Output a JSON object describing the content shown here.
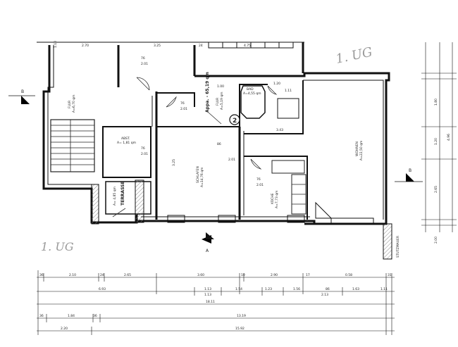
{
  "handwritten": {
    "top_right": "1. UG",
    "bottom_left": "1. UG"
  },
  "apartment": {
    "label": "Appa. - 65,19 qm",
    "number": "2"
  },
  "rooms": [
    {
      "name": "FLUR",
      "area": "A=6,70 qm"
    },
    {
      "name": "FLUR",
      "area": "A=5,19 qm"
    },
    {
      "name": "BAD",
      "area": "A=4,55 qm"
    },
    {
      "name": "ABST.",
      "area": "A= 1,81 qm"
    },
    {
      "name": "SCHLAFEN",
      "area": "A=14,76 qm"
    },
    {
      "name": "KÜCHE",
      "area": "A=7,73 qm"
    },
    {
      "name": "WOHNEN",
      "area": "A=22,50 qm"
    },
    {
      "name": "TERRASSE",
      "area": "A= 4,85 qm"
    }
  ],
  "section_markers": {
    "a": "A",
    "b_left": "B",
    "b_right": "B"
  },
  "wall_label": "STUTZMAUER",
  "top_dims": [
    "1.10",
    "2.70",
    "3.25",
    "24",
    "4.75",
    "76",
    "2.01",
    "1.20"
  ],
  "inner_dims": [
    "76",
    "2.01",
    "76",
    "2.01",
    "3.43",
    "1.11",
    "86",
    "2.01",
    "76",
    "2.01",
    "1.00",
    "3.25"
  ],
  "bottom_dims": {
    "row1": [
      "36",
      "2.10",
      "24",
      "2.65",
      "3.60",
      "10",
      "2.90",
      "17",
      "0.58",
      "31"
    ],
    "row2": [
      "6.93",
      "1.13",
      "1.54",
      "1.23",
      "1.56",
      "86",
      "1.63",
      "1.11"
    ],
    "row2_sub": [
      "1.13",
      "2.13"
    ],
    "row3": [
      "18.11"
    ],
    "row4": [
      "36",
      "1.84",
      "36",
      "13.19"
    ],
    "row5": [
      "2.20",
      "15.92"
    ]
  },
  "right_dims": [
    "1.80",
    "4.96",
    "1.20",
    "2.65",
    "2.00"
  ]
}
